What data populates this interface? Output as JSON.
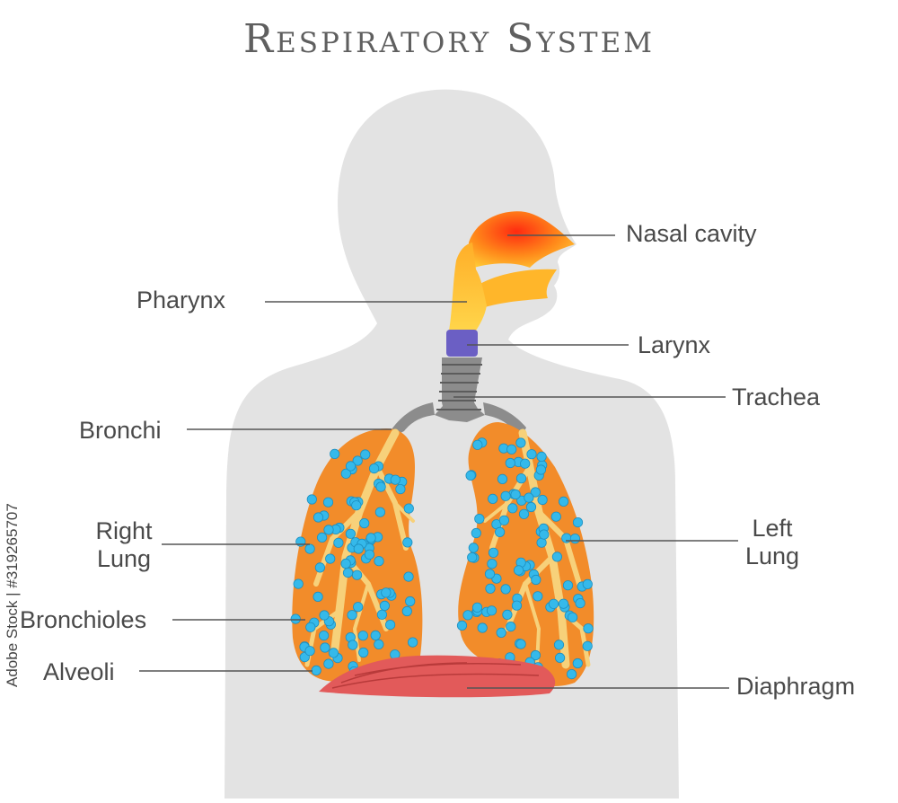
{
  "title": "Respiratory System",
  "labels": {
    "nasal_cavity": "Nasal cavity",
    "pharynx": "Pharynx",
    "larynx": "Larynx",
    "trachea": "Trachea",
    "bronchi": "Bronchi",
    "right_lung_line1": "Right",
    "right_lung_line2": "Lung",
    "left_lung_line1": "Left",
    "left_lung_line2": "Lung",
    "bronchioles": "Bronchioles",
    "alveoli": "Alveoli",
    "diaphragm": "Diaphragm"
  },
  "watermark": "Adobe Stock | #319265707",
  "colors": {
    "body": "#e3e3e3",
    "lung": "#f28c2a",
    "bronchi": "#f7d17a",
    "alveoli": "#35b9ea",
    "trachea": "#8c8c8c",
    "larynx": "#6b5fc4",
    "diaphragm": "#e25a5a",
    "nasal": "#ff4a1c",
    "leader": "#555555"
  }
}
